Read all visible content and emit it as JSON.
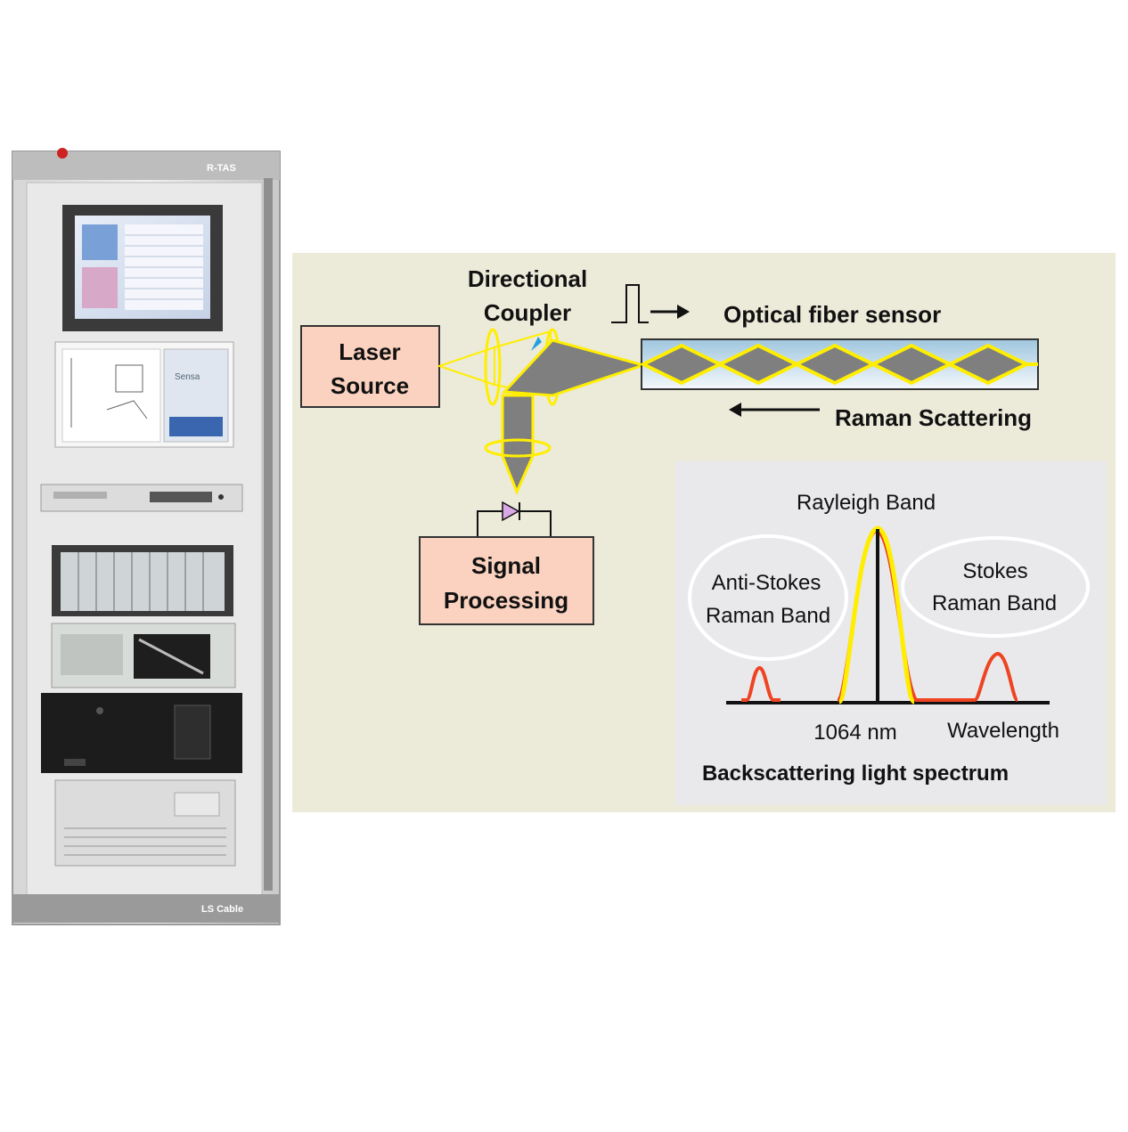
{
  "cabinet": {
    "top_badge": "R-TAS",
    "brand_label": "LS Cable",
    "screen_brand": "Sensa"
  },
  "diagram": {
    "coupler_label_line1": "Directional",
    "coupler_label_line2": "Coupler",
    "sensor_label": "Optical fiber sensor",
    "laser_label_line1": "Laser",
    "laser_label_line2": "Source",
    "raman_label": "Raman Scattering",
    "signal_label_line1": "Signal",
    "signal_label_line2": "Processing"
  },
  "spectrum": {
    "rayleigh_label": "Rayleigh Band",
    "anti_stokes_line1": "Anti-Stokes",
    "anti_stokes_line2": "Raman Band",
    "stokes_line1": "Stokes",
    "stokes_line2": "Raman Band",
    "wavelength_label": "1064 nm",
    "axis_label": "Wavelength",
    "caption": "Backscattering light spectrum"
  },
  "colors": {
    "diagram_bg": "#ecead9",
    "box_fill": "#fbd2c0",
    "beam_yellow": "#ffee00",
    "beam_gray": "#7f7f7f",
    "spectrum_bg": "#e9e9ec",
    "red_curve": "#ee4422"
  }
}
